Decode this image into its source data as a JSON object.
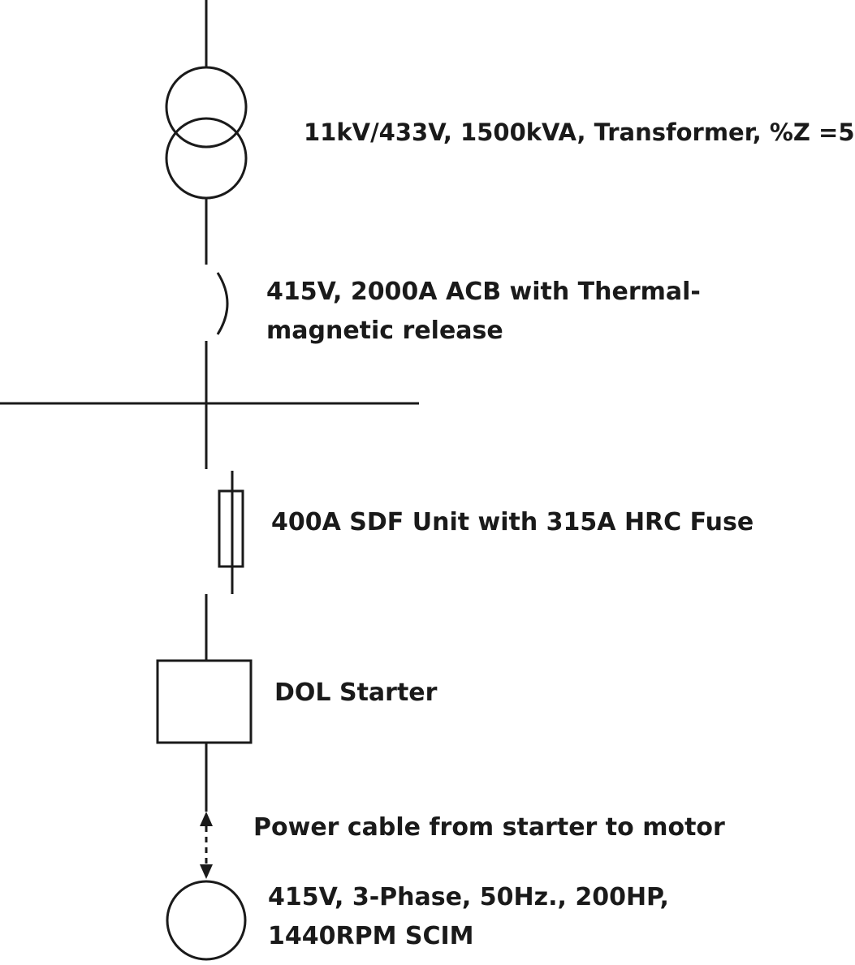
{
  "labels": {
    "transformer": "11kV/433V, 1500kVA, Transformer, %Z =5",
    "acb_line1": "415V, 2000A ACB with Thermal-",
    "acb_line2": "magnetic release",
    "fuse": "400A SDF Unit with 315A HRC Fuse",
    "starter": "DOL Starter",
    "cable": "Power cable from starter to motor",
    "motor_line1": "415V, 3-Phase, 50Hz., 200HP,",
    "motor_line2": "1440RPM SCIM"
  },
  "colors": {
    "line": "#1a1a1a",
    "background": "#ffffff"
  }
}
